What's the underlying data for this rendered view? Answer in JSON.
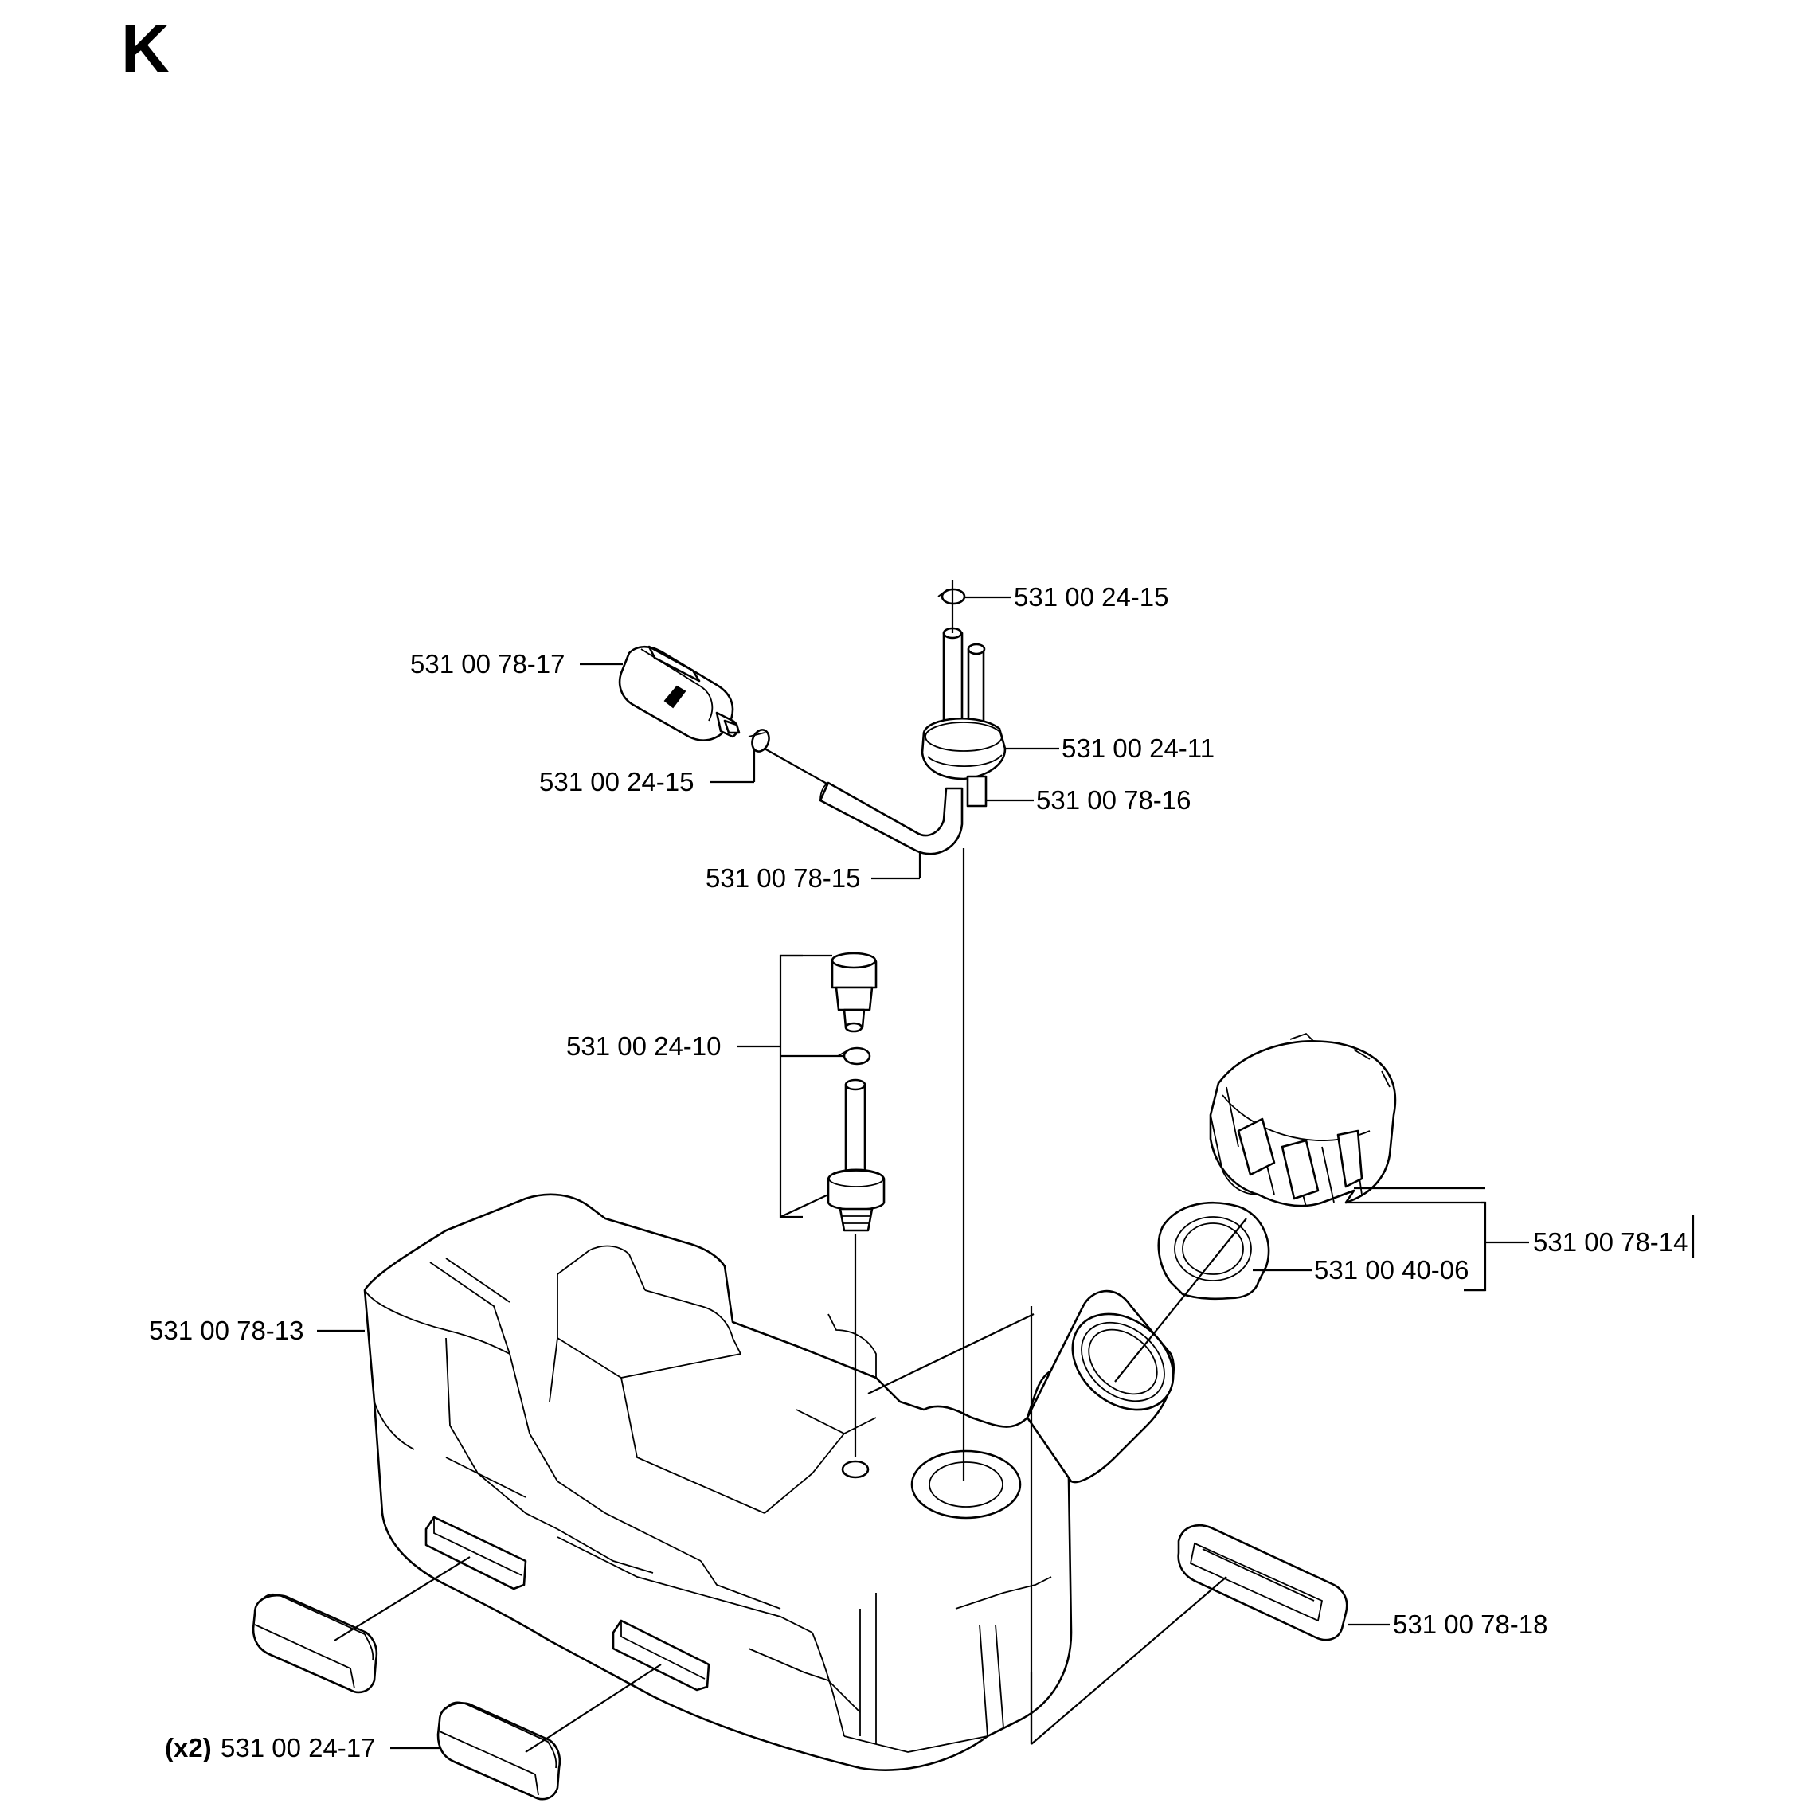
{
  "section_letter": "K",
  "callouts": {
    "fuel_tank": "531 00 78-13",
    "fuel_cap_assembly": "531 00 78-14",
    "fuel_line": "531 00 78-15",
    "vent_tube": "531 00 78-16",
    "fuel_filter": "531 00 78-17",
    "foam_pad_right": "531 00 78-18",
    "fitting_assembly": "531 00 24-10",
    "grommet_vent": "531 00 24-11",
    "clip_top": "531 00 24-15",
    "clip_filter": "531 00 24-15",
    "pad_qty": "(x2)",
    "pad": "531 00 24-17",
    "cap_gasket": "531 00 40-06"
  }
}
